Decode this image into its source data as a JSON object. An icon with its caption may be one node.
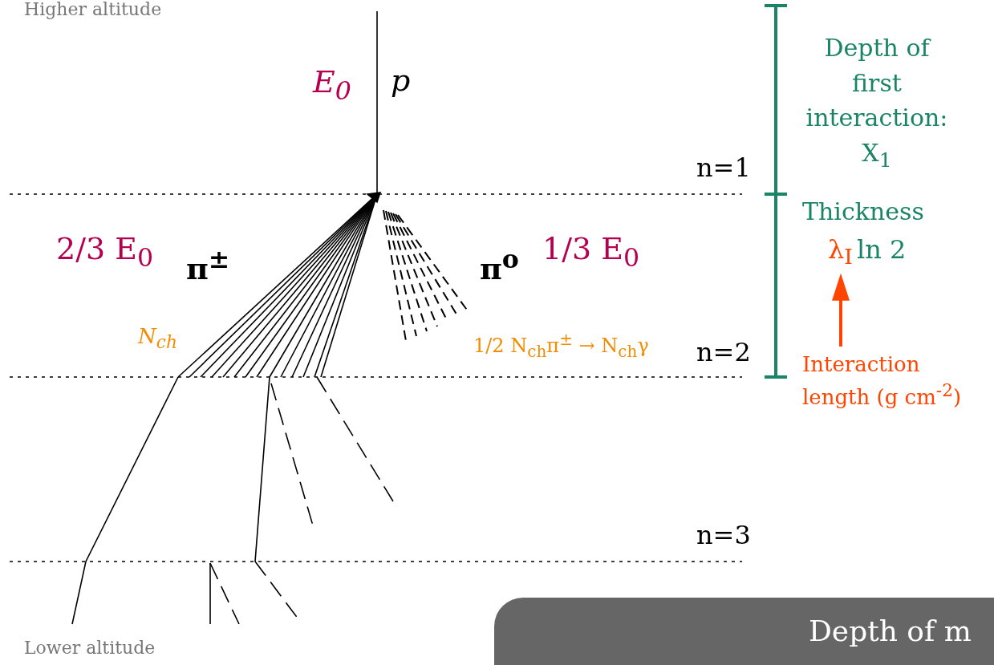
{
  "diagram": {
    "nodes": [
      {
        "text": [
          "Depth of m"
        ]
      },
      {
        "text": [
          "Interaction length (g cm$^{-2}$)"
        ]
      },
      {
        "text": [
          "λ$_{I}$"
        ]
      }
    ],
    "edges": [
      {
        "from": 1,
        "to": 2,
        "arrow": "to"
      }
    ],
    "labels": [
      "Higher altitude",
      "E$_{0}$",
      "p",
      "Depth of first interaction: X$_{1}$",
      "n=1",
      "Thickness",
      "2/3 E$_{0}$",
      "π$^{±}$",
      "π$^{o}$",
      "1/3 E$_{0}$",
      "ln 2",
      "N$_{ch}$",
      "1/2 N$_{ch}$π$^{±}$ → N$_{ch}$γ",
      "n=2",
      "n=3",
      "Lower altitude"
    ]
  }
}
